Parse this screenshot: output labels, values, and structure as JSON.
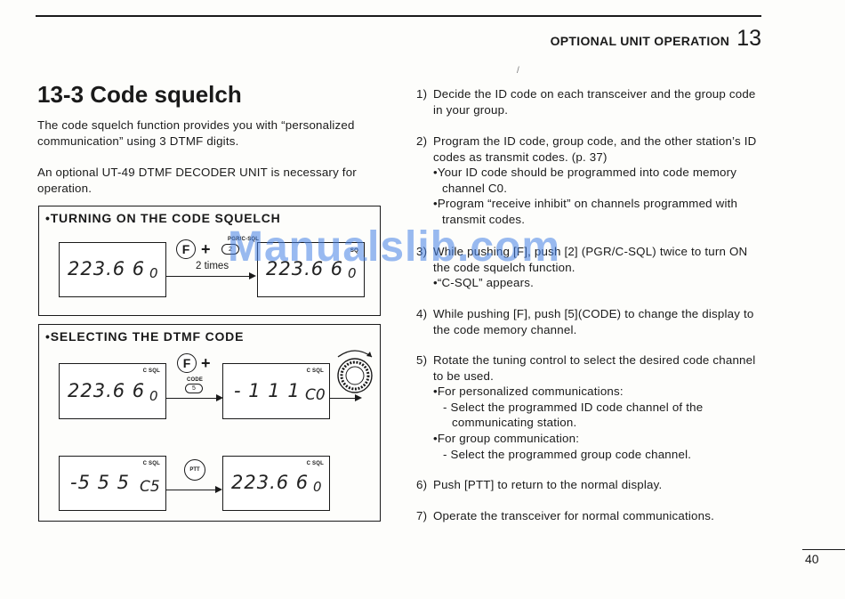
{
  "header": {
    "section_label": "OPTIONAL UNIT OPERATION",
    "chapter_number": "13"
  },
  "title": "13-3 Code squelch",
  "intro": {
    "para1": "The code squelch function provides you with “personalized communication” using 3 DTMF digits.",
    "para2": "An optional UT-49 DTMF DECODER UNIT is necessary for operation."
  },
  "panel1": {
    "title": "•TURNING ON THE CODE SQUELCH",
    "display_before": {
      "freq": "223.6 6",
      "channel": "0"
    },
    "f_key": "F",
    "key_label": "PGR/C-SQL",
    "key_digit": "2",
    "press_note": "2 times",
    "display_after": {
      "indicator": "SQ",
      "freq": "223.6 6",
      "channel": "0"
    }
  },
  "panel2": {
    "title": "•SELECTING THE DTMF CODE",
    "display_a": {
      "indicator": "C SQL",
      "freq": "223.6 6",
      "channel": "0"
    },
    "f_key": "F",
    "code_label": "CODE",
    "code_digit": "5",
    "display_b": {
      "indicator": "C SQL",
      "freq": "- 1 1 1",
      "channel": "C0"
    },
    "display_c": {
      "indicator": "C SQL",
      "freq": "-5 5 5",
      "channel": "C5"
    },
    "ptt_label": "PTT",
    "display_d": {
      "indicator": "C SQL",
      "freq": "223.6 6",
      "channel": "0"
    }
  },
  "steps": [
    {
      "num": "1)",
      "text": "Decide the ID code on each transceiver and the group code in your group."
    },
    {
      "num": "2)",
      "text": "Program the ID code, group code, and the other station’s ID codes as transmit codes. (p. 37)",
      "bullets": [
        "•Your ID code should be programmed into code memory channel C0.",
        "•Program “receive inhibit” on channels programmed with transmit codes."
      ]
    },
    {
      "num": "3)",
      "text": "While pushing [F], push [2] (PGR/C-SQL) twice to turn ON the code squelch function.",
      "bullets": [
        "•“C-SQL” appears."
      ]
    },
    {
      "num": "4)",
      "text": "While pushing [F], push [5](CODE) to change the display to the code memory channel."
    },
    {
      "num": "5)",
      "text": "Rotate the tuning control to select the desired code channel to be used.",
      "bullets": [
        "•For personalized communications:",
        "- Select the programmed ID code channel of the communicating station.",
        "•For group communication:",
        "- Select the programmed group code channel."
      ]
    },
    {
      "num": "6)",
      "text": "Push [PTT] to return to the normal display."
    },
    {
      "num": "7)",
      "text": "Operate the transceiver for normal communications."
    }
  ],
  "watermark": "Manualslib.com",
  "page_number": "40"
}
